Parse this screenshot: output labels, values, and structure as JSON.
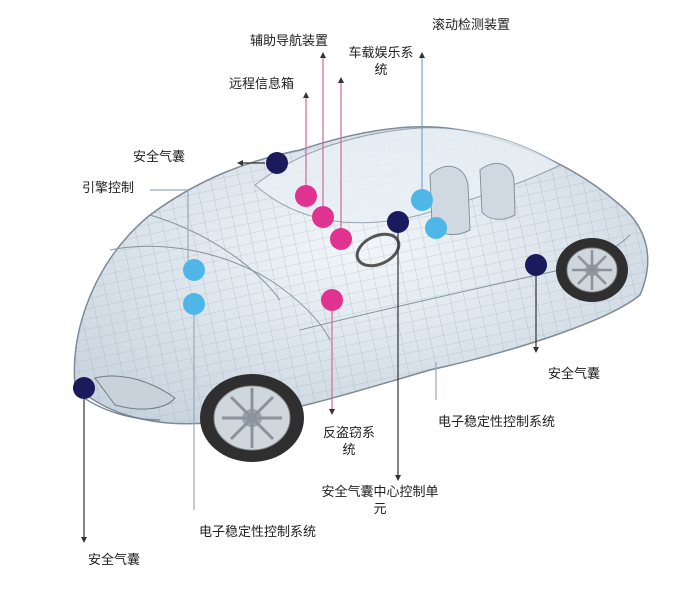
{
  "labels": {
    "rollover_detection": "滚动检测装置",
    "nav_assist": "辅助导航装置",
    "infotainment": "车载娱乐系统",
    "telematics_box": "远程信息箱",
    "airbag_top": "安全气囊",
    "engine_control": "引擎控制",
    "airbag_right": "安全气囊",
    "esc_right": "电子稳定性控制系统",
    "anti_theft": "反盗窃系统",
    "airbag_control_unit": "安全气囊中心控制单元",
    "esc_bottom": "电子稳定性控制系统",
    "airbag_bottom_left": "安全气囊"
  },
  "colors": {
    "navy": "#1a1a5c",
    "magenta": "#e0338f",
    "cyan": "#4fb7e8",
    "car_body": "#d8e2ea",
    "car_line": "#8b98a6",
    "tire": "#3a3a3a"
  }
}
